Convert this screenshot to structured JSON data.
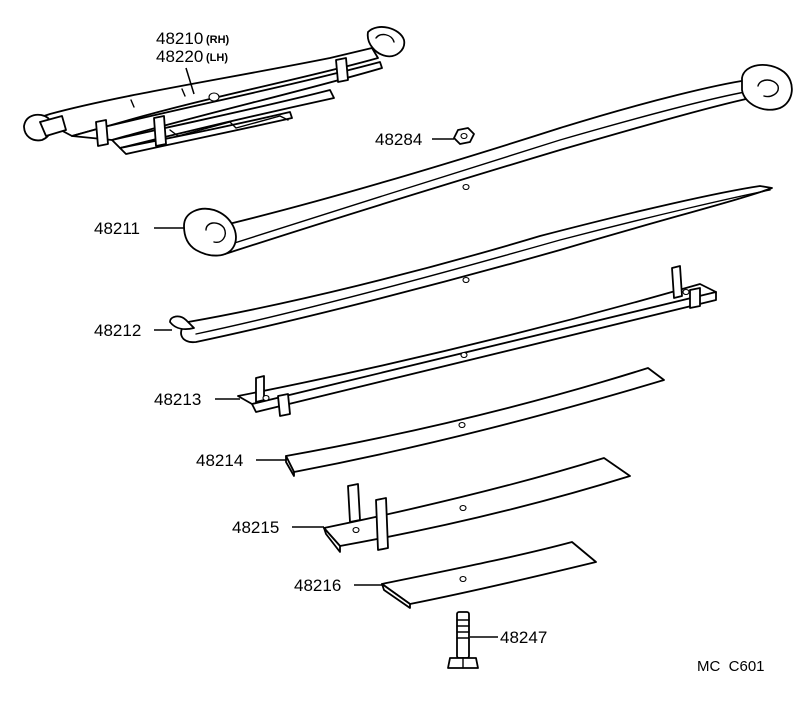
{
  "callouts": {
    "assembly_rh": {
      "number": "48210",
      "suffix": "(RH)"
    },
    "assembly_lh": {
      "number": "48220",
      "suffix": "(LH)"
    },
    "clip_nut": "48284",
    "leaf_1": "48211",
    "leaf_2": "48212",
    "leaf_3": "48213",
    "leaf_4": "48214",
    "leaf_5": "48215",
    "leaf_6": "48216",
    "center_bolt": "48247"
  },
  "diagram_code": "MC  C601"
}
